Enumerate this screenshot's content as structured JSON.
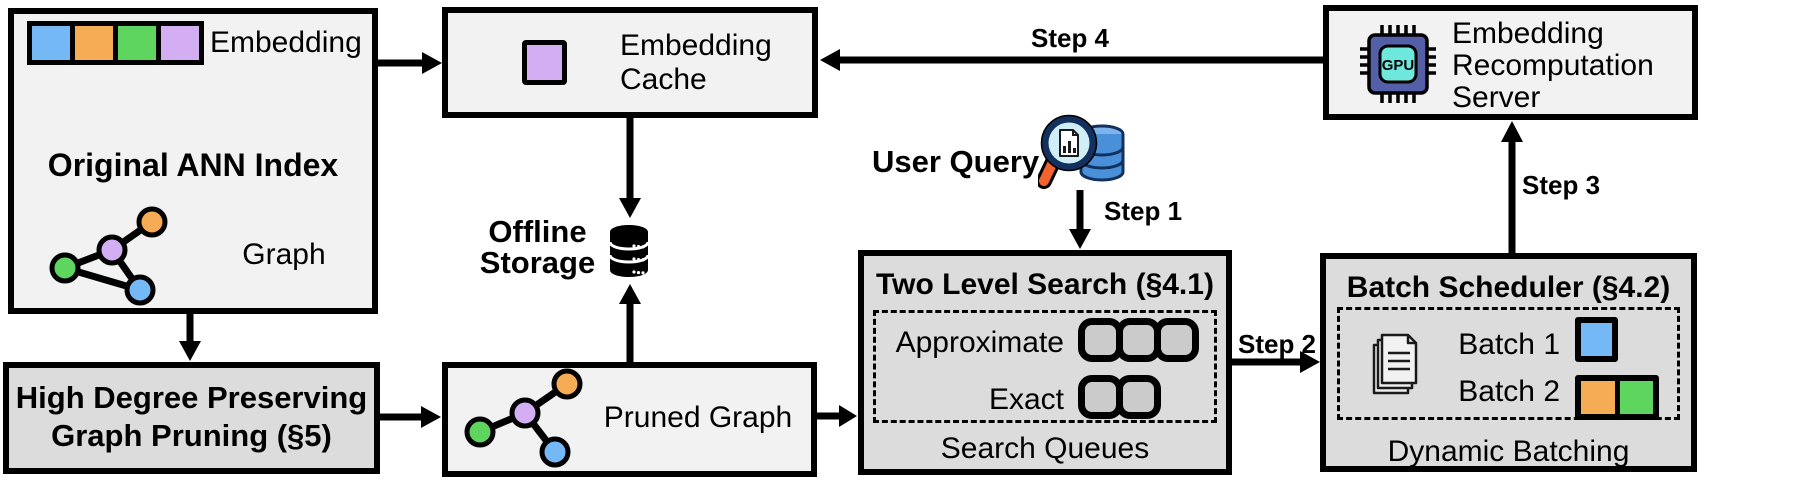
{
  "diagram": {
    "original_ann_index": {
      "embedding_label": "Embedding",
      "title": "Original ANN Index",
      "graph_label": "Graph"
    },
    "high_degree_pruning": {
      "line1": "High Degree Preserving",
      "line2": "Graph Pruning (§5)"
    },
    "pruned_graph": {
      "label": "Pruned Graph"
    },
    "embedding_cache": {
      "line1": "Embedding",
      "line2": "Cache"
    },
    "offline_storage": {
      "line1": "Offline",
      "line2": "Storage"
    },
    "user_query": {
      "label": "User Query"
    },
    "two_level_search": {
      "title": "Two Level Search (§4.1)",
      "approximate_label": "Approximate",
      "exact_label": "Exact",
      "caption": "Search Queues"
    },
    "batch_scheduler": {
      "title": "Batch Scheduler (§4.2)",
      "batch1_label": "Batch 1",
      "batch2_label": "Batch 2",
      "caption": "Dynamic Batching"
    },
    "recomputation_server": {
      "line1": "Embedding",
      "line2": "Recomputation",
      "line3": "Server",
      "chip_label": "GPU"
    },
    "steps": {
      "step1": "Step 1",
      "step2": "Step 2",
      "step3": "Step 3",
      "step4": "Step 4"
    },
    "colors": {
      "blue": "#74b9f5",
      "orange": "#f6ac55",
      "green": "#5ed55e",
      "purple": "#d3aef2",
      "light_box": "#f2f2f2",
      "dark_box": "#dcdcdc",
      "queue_fill": "#cbcbcb",
      "db_blue": "#4a90d9",
      "db_blue_light": "#7db4ea",
      "handle_orange": "#f2622e",
      "lens_fill": "#cfeef8",
      "rim_navy": "#12315e",
      "chip_body": "#5360a8",
      "chip_core": "#6ee8dd"
    }
  }
}
